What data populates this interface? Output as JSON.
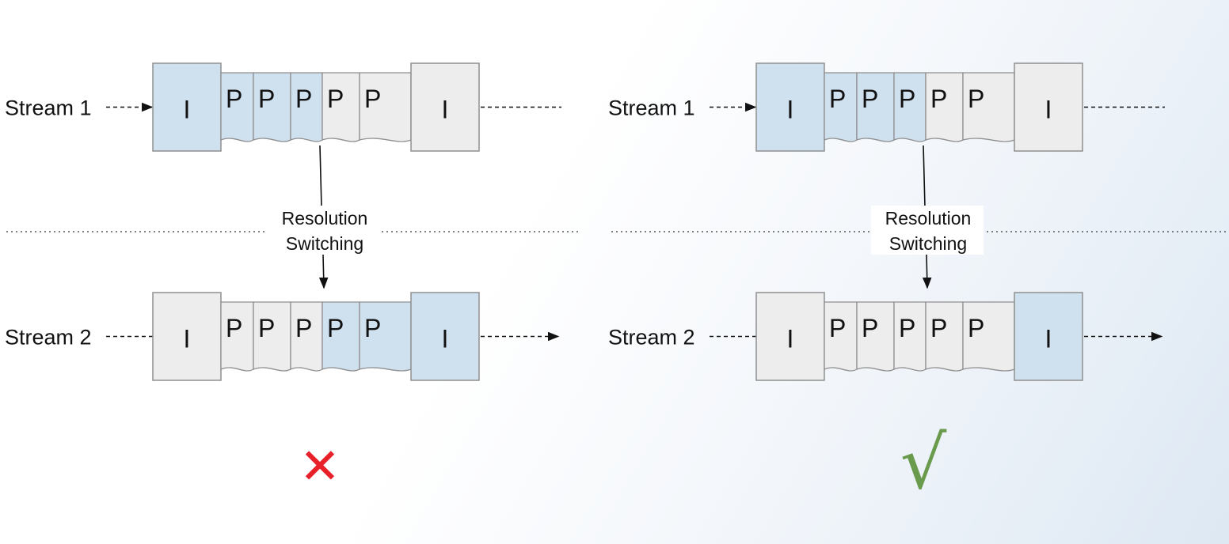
{
  "panels": [
    {
      "id": "wrong",
      "stream1": {
        "label": "Stream 1",
        "frames": [
          "I",
          "P",
          "P",
          "P",
          "P",
          "P",
          "I"
        ],
        "highlight": [
          true,
          true,
          true,
          true,
          false,
          false,
          false
        ]
      },
      "stream2": {
        "label": "Stream 2",
        "frames": [
          "I",
          "P",
          "P",
          "P",
          "P",
          "P",
          "I"
        ],
        "highlight": [
          false,
          false,
          false,
          false,
          true,
          true,
          true
        ]
      },
      "switch_label": [
        "Resolution",
        "Switching"
      ],
      "verdict": "✕",
      "verdict_kind": "cross"
    },
    {
      "id": "correct",
      "stream1": {
        "label": "Stream 1",
        "frames": [
          "I",
          "P",
          "P",
          "P",
          "P",
          "P",
          "I"
        ],
        "highlight": [
          true,
          true,
          true,
          true,
          false,
          false,
          false
        ]
      },
      "stream2": {
        "label": "Stream 2",
        "frames": [
          "I",
          "P",
          "P",
          "P",
          "P",
          "P",
          "I"
        ],
        "highlight": [
          false,
          false,
          false,
          false,
          false,
          false,
          true
        ]
      },
      "switch_label": [
        "Resolution",
        "Switching"
      ],
      "verdict": "√",
      "verdict_kind": "check"
    }
  ],
  "colors": {
    "highlight_fill": "#cfe0ef",
    "normal_fill": "#ededed",
    "frame_stroke": "#8f8f8f",
    "line": "#111111",
    "cross": "#e8202a",
    "check": "#6a9a4c"
  }
}
